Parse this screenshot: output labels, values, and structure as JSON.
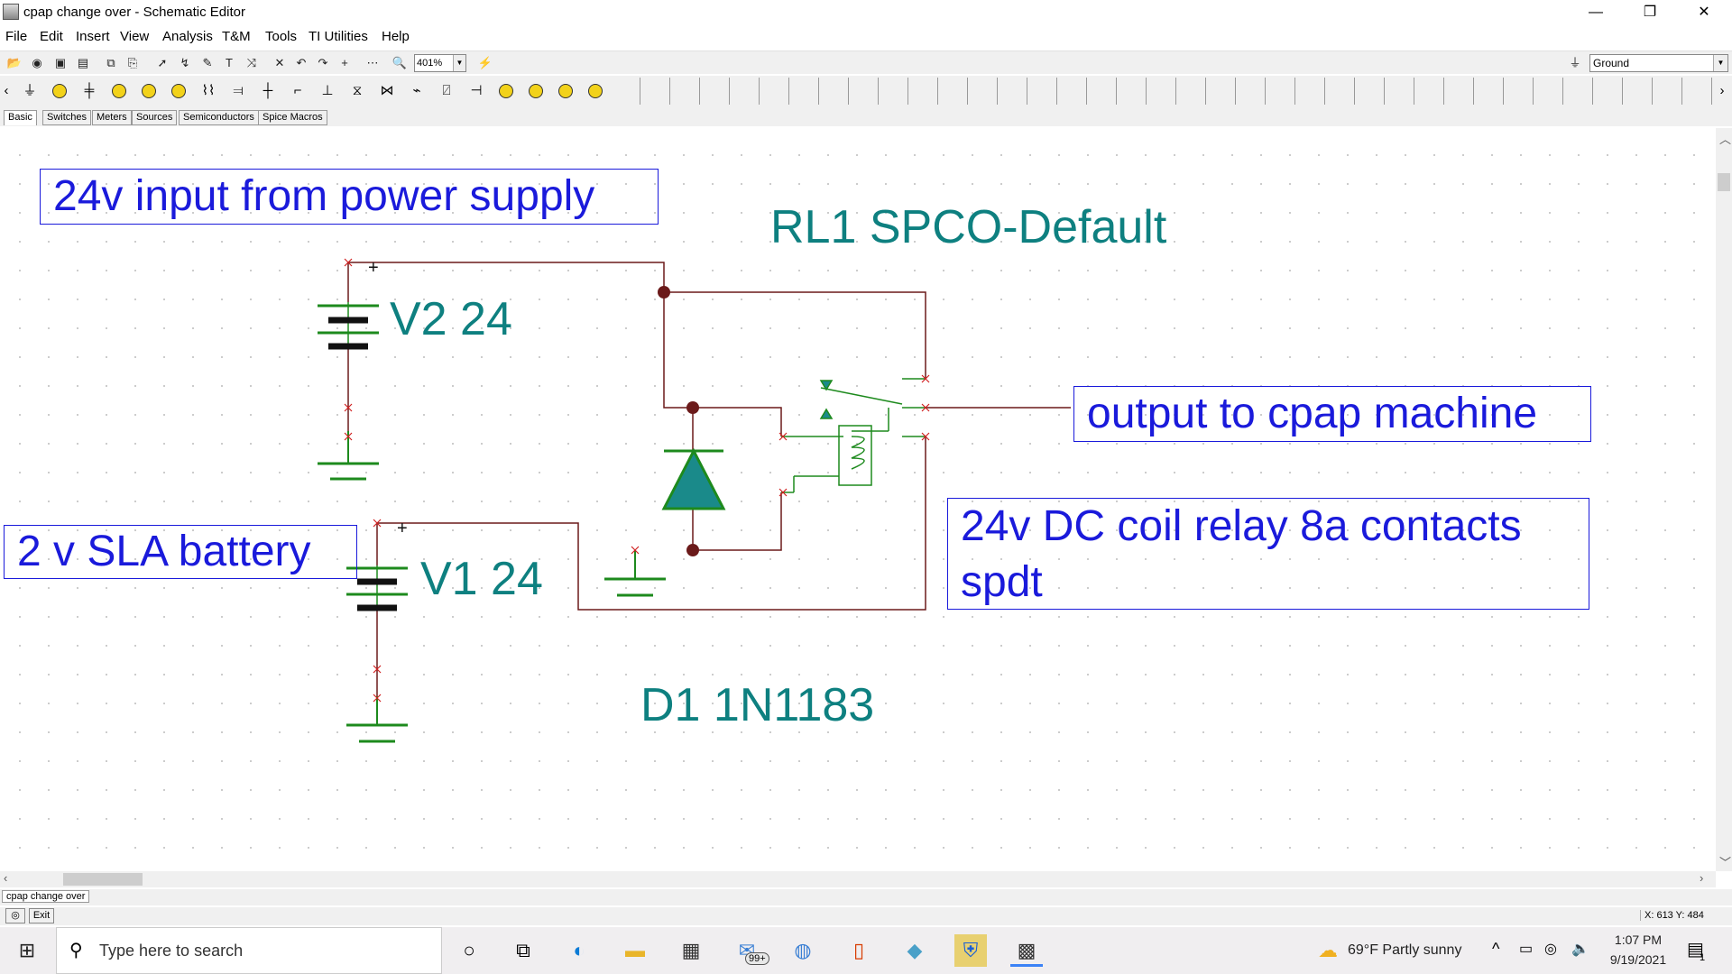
{
  "window": {
    "title": "cpap change over - Schematic Editor",
    "minimize": "—",
    "maximize": "❐",
    "close": "✕"
  },
  "menu": [
    "File",
    "Edit",
    "Insert",
    "View",
    "Analysis",
    "T&M",
    "Tools",
    "TI Utilities",
    "Help"
  ],
  "toolbar": {
    "zoom": "401%",
    "ground_select": "Ground"
  },
  "component_tabs": [
    "Basic",
    "Switches",
    "Meters",
    "Sources",
    "Semiconductors",
    "Spice Macros"
  ],
  "schematic": {
    "box_input": "24v input from power supply",
    "box_battery": "2 v SLA battery",
    "box_output": "output to cpap machine",
    "box_relay": "24v DC coil relay 8a contacts spdt",
    "label_relay": "RL1 SPCO-Default",
    "label_v2": "V2 24",
    "label_v1": "V1 24",
    "label_d1": "D1 1N1183",
    "plus_v2": "+",
    "plus_v1": "+"
  },
  "sheet_tab": "cpap change over",
  "status": {
    "exit": "Exit",
    "coords": "X: 613  Y: 484"
  },
  "taskbar": {
    "search_placeholder": "Type here to search",
    "mail_badge": "99+",
    "weather": "69°F  Partly sunny",
    "time": "1:07 PM",
    "date": "9/19/2021",
    "notification_count": "1"
  },
  "colors": {
    "wire": "#6b1a1a",
    "ground": "#1d8a1d",
    "teal_text": "#0e8080",
    "blue_text": "#1a1adb",
    "diode_fill": "#1a8a8a"
  }
}
